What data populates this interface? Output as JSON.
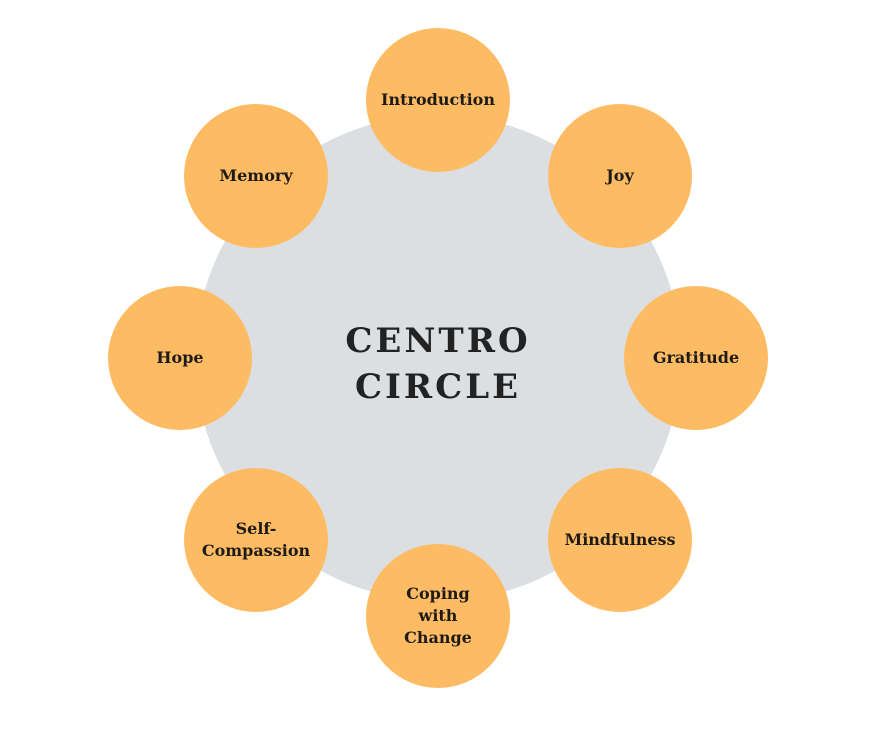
{
  "title": {
    "line1": "CENTRO",
    "line2": "CIRCLE"
  },
  "nodes": [
    {
      "label": "Introduction"
    },
    {
      "label": "Joy"
    },
    {
      "label": "Gratitude"
    },
    {
      "label": "Mindfulness"
    },
    {
      "label": "Coping\nwith\nChange"
    },
    {
      "label": "Self-\nCompassion"
    },
    {
      "label": "Hope"
    },
    {
      "label": "Memory"
    }
  ],
  "colors": {
    "hub": "#dcdfe2",
    "node": "#fdbc63",
    "text": "#1e1a18"
  }
}
